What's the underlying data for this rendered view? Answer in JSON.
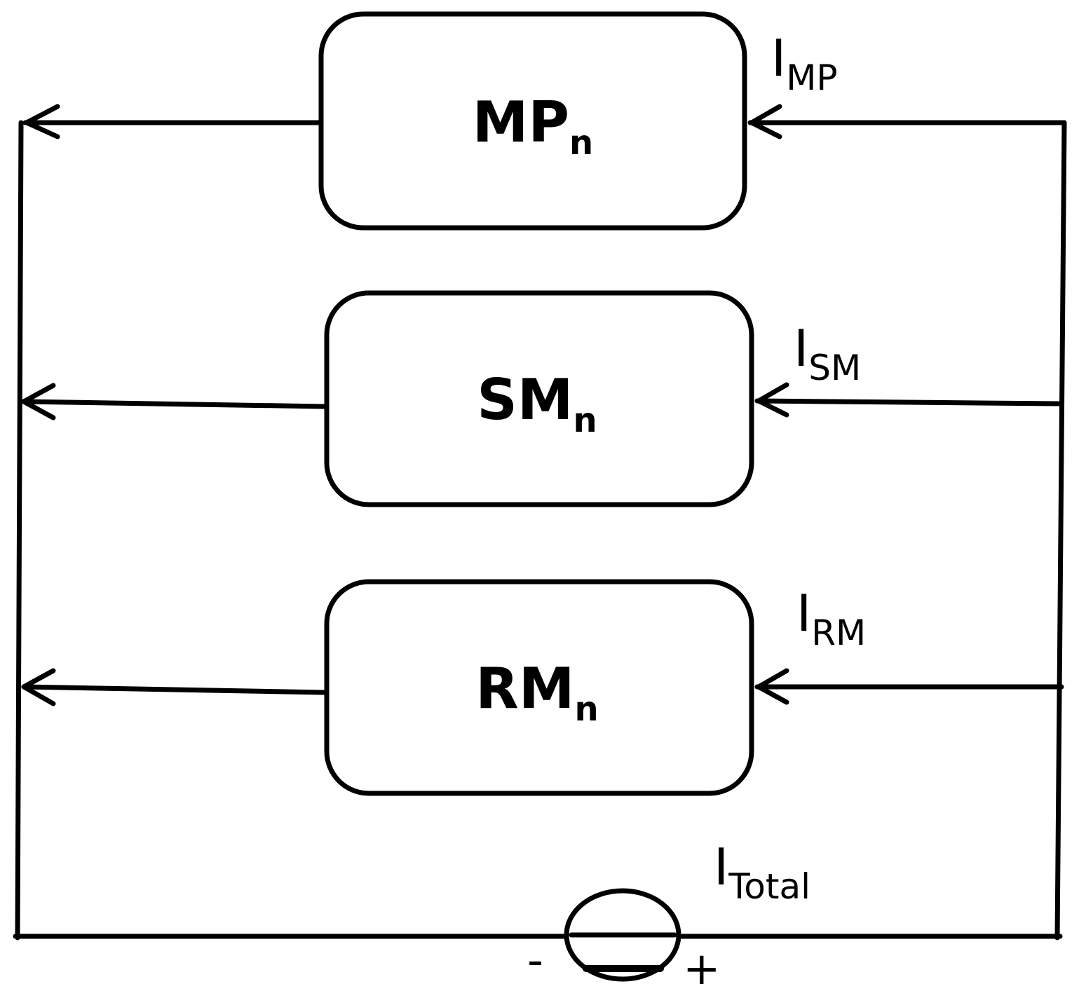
{
  "blocks": [
    {
      "name": "MP",
      "sub": "n"
    },
    {
      "name": "SM",
      "sub": "n"
    },
    {
      "name": "RM",
      "sub": "n"
    }
  ],
  "currents": [
    {
      "symbol": "I",
      "sub": "MP"
    },
    {
      "symbol": "I",
      "sub": "SM"
    },
    {
      "symbol": "I",
      "sub": "RM"
    }
  ],
  "source": {
    "symbol": "I",
    "sub": "Total",
    "minus": "-",
    "plus": "+"
  },
  "colors": {
    "stroke": "#000000",
    "background": "#ffffff"
  }
}
